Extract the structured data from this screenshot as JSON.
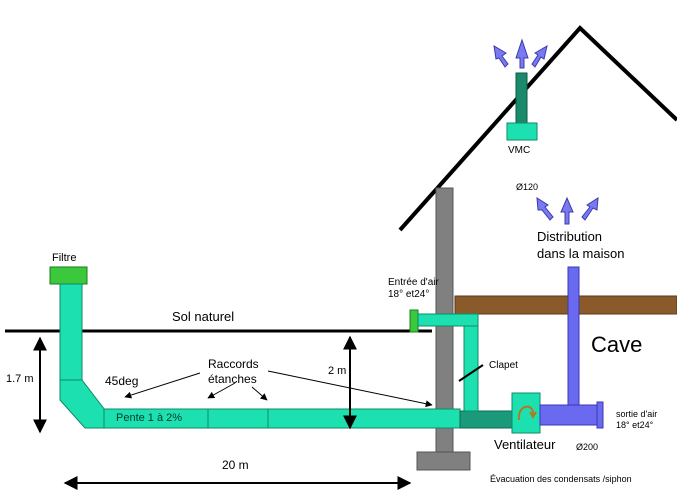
{
  "labels": {
    "filtre": "Filtre",
    "sol_naturel": "Sol naturel",
    "entree_air_1": "Entrée d'air",
    "entree_air_2": "18° et24°",
    "vmc": "VMC",
    "diam_120": "Ø120",
    "distribution_1": "Distribution",
    "distribution_2": "dans la maison",
    "cave": "Cave",
    "clapet": "Clapet",
    "raccords_1": "Raccords",
    "raccords_2": "étanches",
    "angle": "45deg",
    "pente": "Pente 1 à 2%",
    "depth_left": "1.7 m",
    "depth_right": "2 m",
    "length": "20 m",
    "ventilateur": "Ventilateur",
    "diam_200": "Ø200",
    "sortie_air_1": "sortie d'air",
    "sortie_air_2": "18° et24°",
    "evacuation": "Évacuation des condensats /siphon"
  },
  "colors": {
    "pipe": "#1de0b0",
    "pipe_dark": "#1a8a68",
    "filter": "#3cc83c",
    "vmc": "#1a8a6a",
    "floor": "#8b5a2b",
    "wall": "#808080",
    "distribution": "#6a6af0",
    "arrow": "#7a7af0"
  }
}
